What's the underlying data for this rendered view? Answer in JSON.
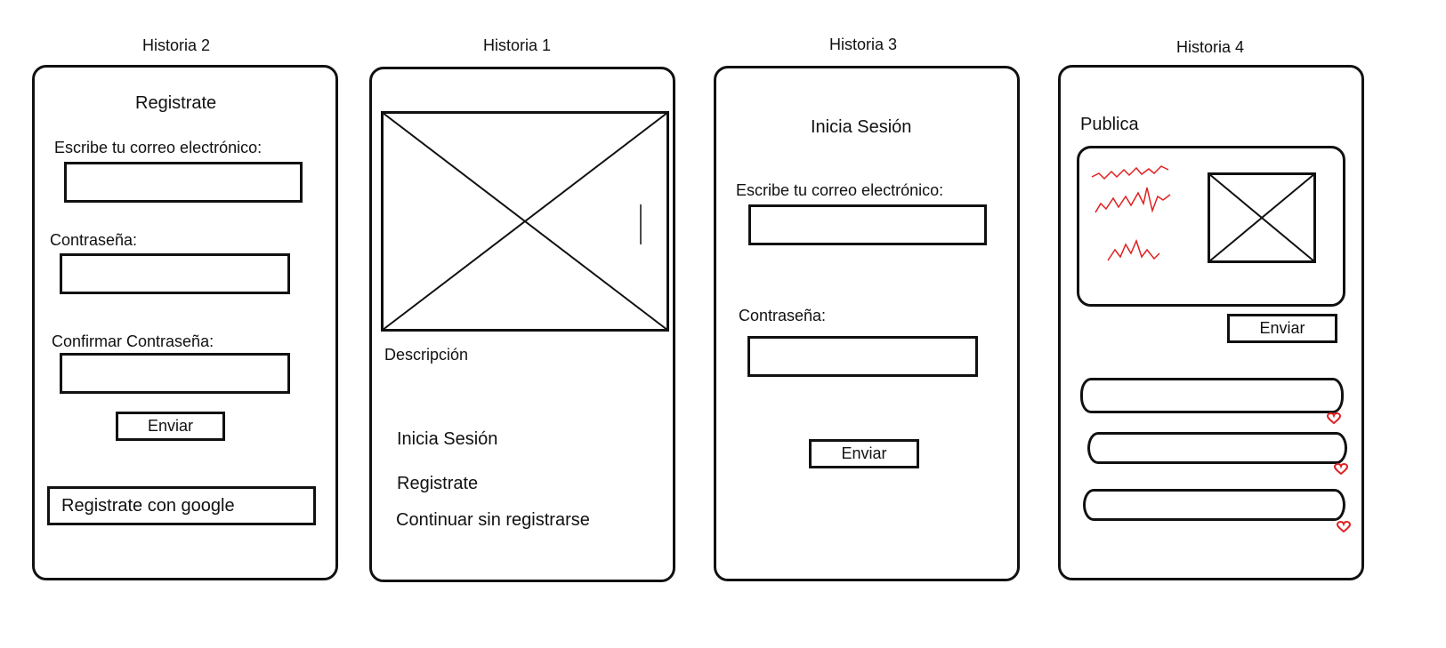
{
  "stories": {
    "s2": {
      "title": "Historia 2",
      "heading": "Registrate",
      "email_label": "Escribe tu correo electrónico:",
      "password_label": "Contraseña:",
      "confirm_label": "Confirmar Contraseña:",
      "submit_label": "Enviar",
      "google_label": "Registrate con google"
    },
    "s1": {
      "title": "Historia 1",
      "description_label": "Descripción",
      "login_link": "Inicia Sesión",
      "register_link": "Registrate",
      "guest_link": "Continuar sin registrarse"
    },
    "s3": {
      "title": "Historia 3",
      "heading": "Inicia Sesión",
      "email_label": "Escribe tu correo electrónico:",
      "password_label": "Contraseña:",
      "submit_label": "Enviar"
    },
    "s4": {
      "title": "Historia 4",
      "heading": "Publica",
      "submit_label": "Enviar",
      "post_count": 3
    }
  },
  "colors": {
    "stroke": "#111111",
    "scribble": "#e02020",
    "heart": "#e02020",
    "background": "#ffffff"
  },
  "icons": [
    "image-placeholder-icon",
    "heart-icon"
  ]
}
